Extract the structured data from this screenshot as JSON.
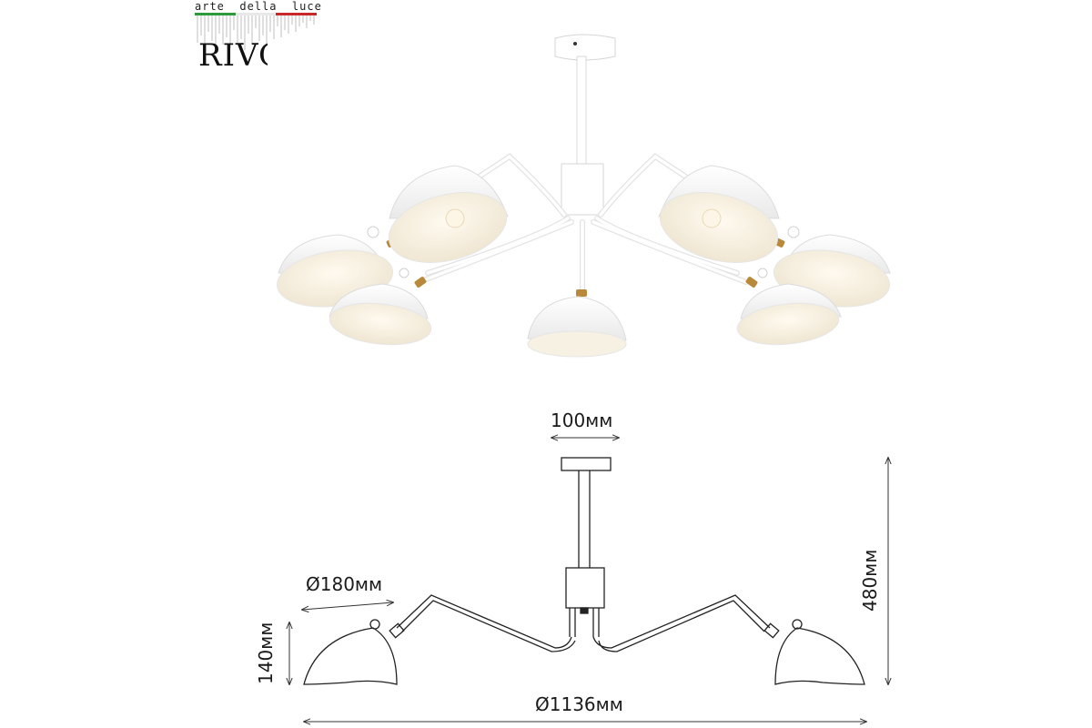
{
  "brand": {
    "tagline": "arte  della  luce",
    "name": "RIVOLI",
    "flag_colors": [
      "#2e9a3c",
      "#e8e8e8",
      "#c8282a"
    ]
  },
  "product": {
    "color_shade": "#ffffff",
    "color_inner": "#f7f1e3",
    "color_brass": "#b8893a",
    "arms_count": 7
  },
  "dimensions": {
    "canopy_width": "100мм",
    "shade_diameter": "Ø180мм",
    "shade_height": "140мм",
    "total_height": "480мм",
    "total_diameter": "Ø1136мм"
  }
}
